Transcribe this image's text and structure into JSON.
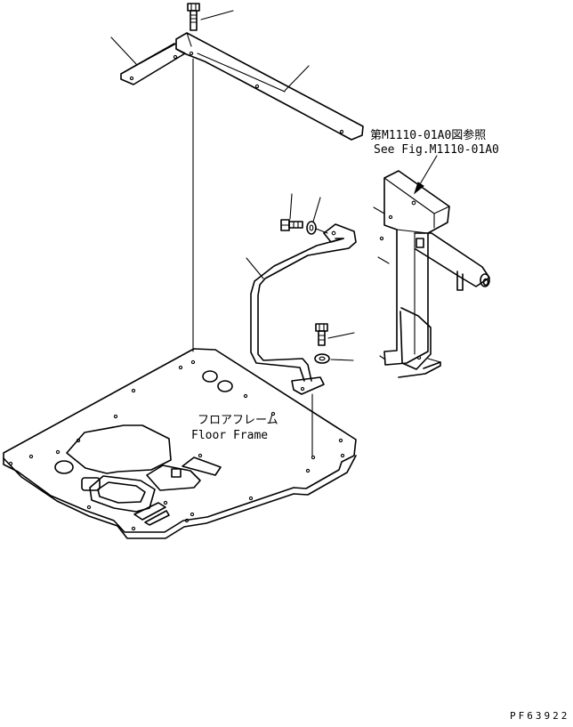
{
  "labels": {
    "ref_jp": "第M1110-01A0図参照",
    "ref_en": "See Fig.M1110-01A0",
    "floor_jp": "フロアフレーム",
    "floor_en": "Floor Frame",
    "code": "PF63922"
  },
  "icons": [
    "bolt-icon",
    "washer-icon"
  ]
}
